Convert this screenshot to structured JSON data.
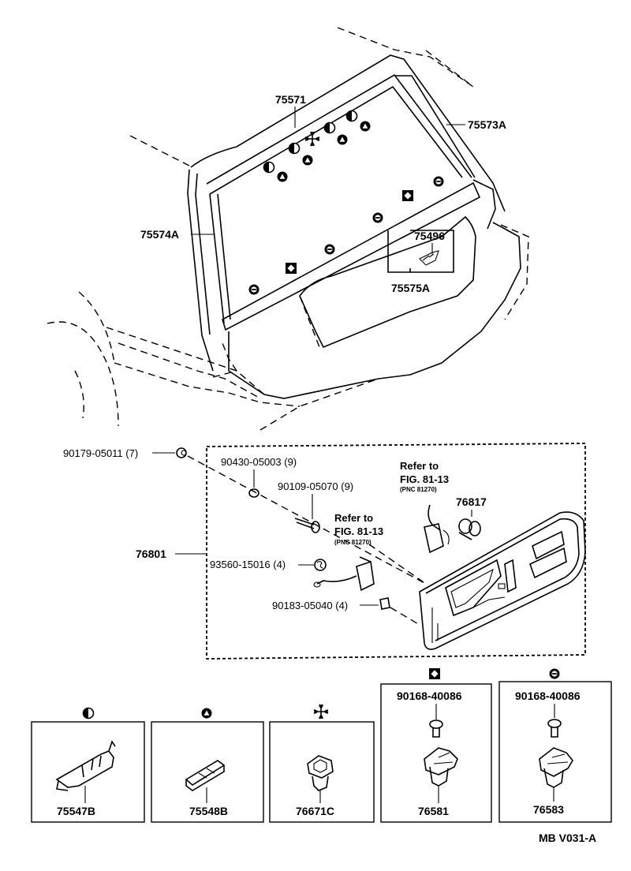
{
  "labels": {
    "p75571": "75571",
    "p75573a": "75573A",
    "p75574a": "75574A",
    "p75496": "75496",
    "p75575a": "75575A",
    "b90179": "90179-05011 (7)",
    "b90430": "90430-05003 (9)",
    "b90109": "90109-05070 (9)",
    "b93560": "93560-15016 (4)",
    "b90183": "90183-05040 (4)",
    "p76801": "76801",
    "p76817": "76817"
  },
  "refs": [
    {
      "line1": "Refer to",
      "line2": "FIG. 81-13",
      "pnc": "(PNC 81270)"
    },
    {
      "line1": "Refer to",
      "line2": "FIG. 81-13",
      "pnc": "(PNC 81270)"
    }
  ],
  "inset_boxes": [
    {
      "symbol": "half-circle-icon",
      "part": "75547B",
      "sub_part": ""
    },
    {
      "symbol": "triangle-icon",
      "part": "75548B",
      "sub_part": ""
    },
    {
      "symbol": "cross-icon",
      "part": "76671C",
      "sub_part": ""
    },
    {
      "symbol": "diamond-icon",
      "part": "76581",
      "sub_part": "90168-40086"
    },
    {
      "symbol": "minus-circle-icon",
      "part": "76583",
      "sub_part": "90168-40086"
    }
  ],
  "diagram_code": "MB V031-A"
}
